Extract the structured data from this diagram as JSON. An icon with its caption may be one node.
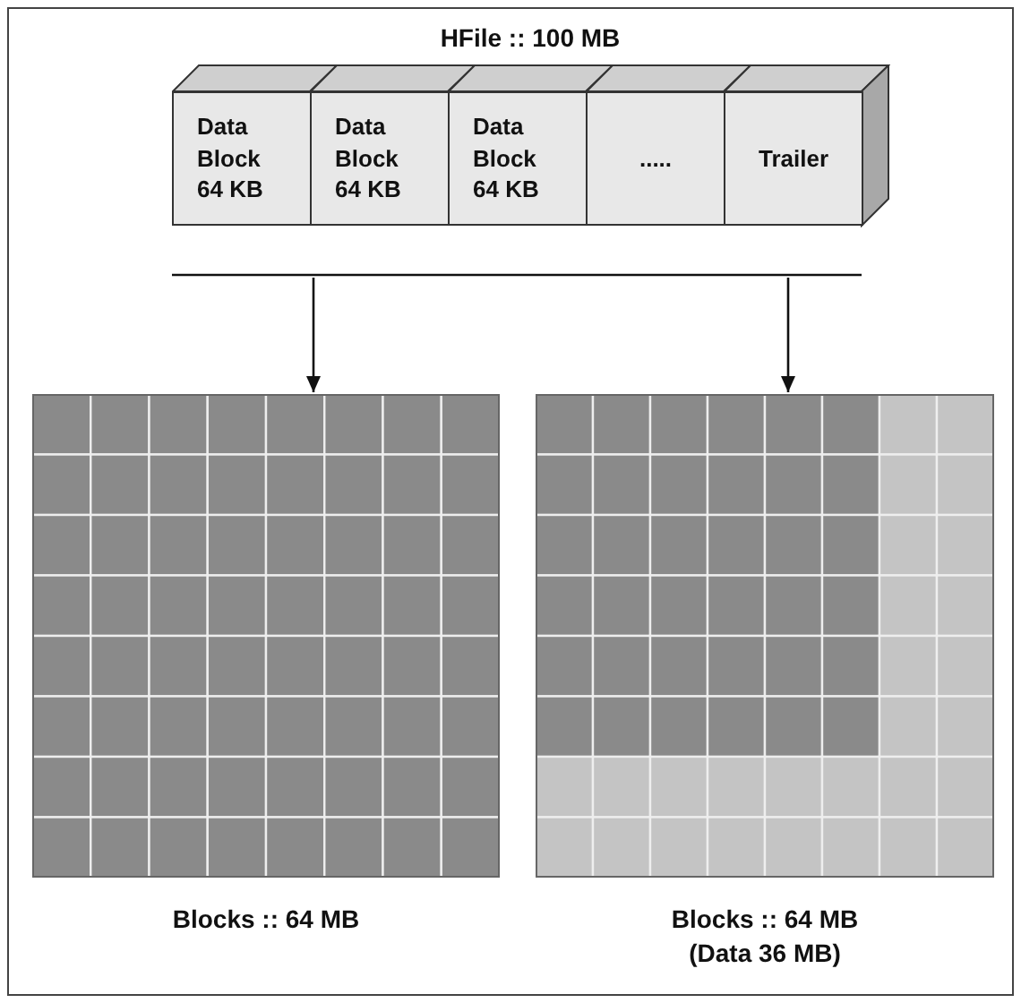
{
  "diagram": {
    "nodes": [
      {
        "text": [
          "HFile :: 100 MB"
        ]
      },
      {
        "text": [
          "Data Block 64 KB"
        ],
        "in": 0
      },
      {
        "text": [
          "Data Block 64 KB"
        ],
        "in": 0
      },
      {
        "text": [
          "Data Block 64 KB"
        ],
        "in": 0
      },
      {
        "text": [
          "....."
        ],
        "in": 0
      },
      {
        "text": [
          "Trailer"
        ],
        "in": 0
      },
      {
        "text": [
          "Blocks :: 64 MB"
        ]
      },
      {
        "text": [
          "Blocks :: 64 MB",
          "(Data 36 MB)"
        ]
      }
    ],
    "edges": [
      {
        "from": 0,
        "to": 6,
        "arrow": "to"
      },
      {
        "from": 0,
        "to": 7,
        "arrow": "to"
      }
    ]
  }
}
